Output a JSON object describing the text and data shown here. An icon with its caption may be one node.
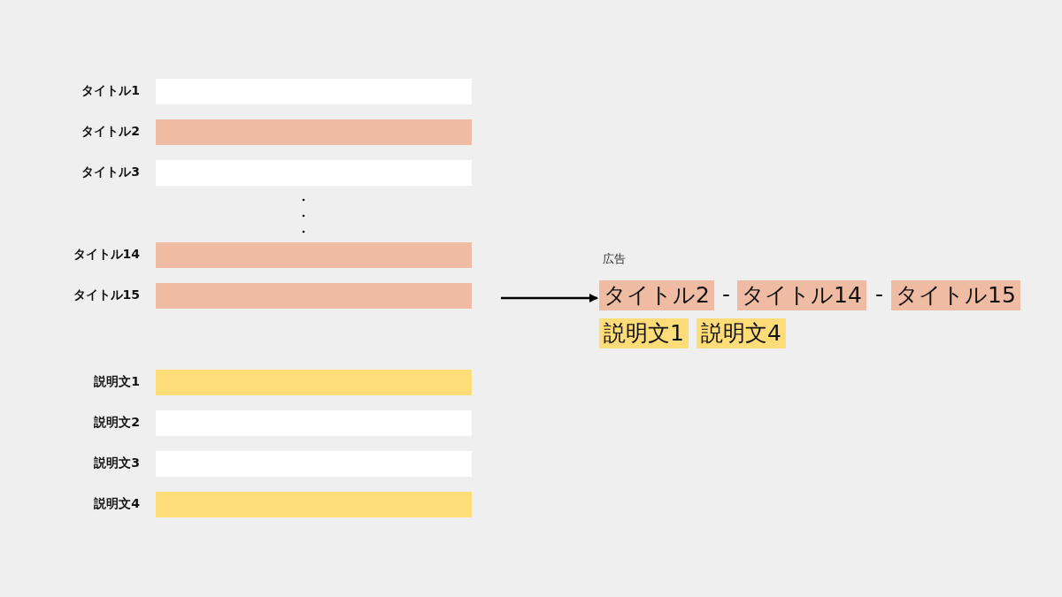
{
  "diagram": {
    "nodes": [
      {
        "text": [],
        "shape": "bar",
        "beside": [
          "タイトル1"
        ]
      },
      {
        "text": [],
        "shape": "bar",
        "beside": [
          "タイトル2"
        ]
      },
      {
        "text": [],
        "shape": "bar",
        "beside": [
          "タイトル3"
        ]
      },
      {
        "text": [],
        "shape": "bar",
        "beside": [
          "タイトル14"
        ]
      },
      {
        "text": [],
        "shape": "bar",
        "beside": [
          "タイトル15"
        ]
      },
      {
        "text": [],
        "shape": "bar",
        "beside": [
          "説明文1"
        ]
      },
      {
        "text": [],
        "shape": "bar",
        "beside": [
          "説明文2"
        ]
      },
      {
        "text": [],
        "shape": "bar",
        "beside": [
          "説明文3"
        ]
      },
      {
        "text": [],
        "shape": "bar",
        "beside": [
          "説明文4"
        ]
      },
      {
        "text": [
          "タイトル2"
        ]
      },
      {
        "text": [
          "タイトル14"
        ]
      },
      {
        "text": [
          "タイトル15"
        ]
      },
      {
        "text": [
          "説明文1"
        ]
      },
      {
        "text": [
          "説明文4"
        ]
      }
    ],
    "edges": [
      {
        "from": null,
        "to": 9,
        "arrow": "to"
      }
    ],
    "labels": [
      "広告",
      "-",
      "-"
    ]
  }
}
